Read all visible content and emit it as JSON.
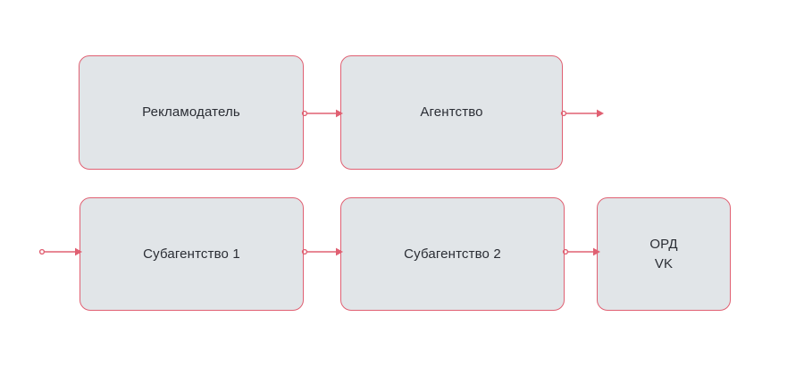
{
  "diagram": {
    "type": "flow",
    "title": "",
    "background_color": "#ffffff",
    "node_fill_color": "#e1e5e8",
    "node_border_color": "#e06072",
    "node_text_color": "#2a2d34",
    "connector_color": "#e06072",
    "nodes": [
      {
        "id": "advertiser",
        "label": "Рекламодатель",
        "row": 1,
        "col": 1
      },
      {
        "id": "agency",
        "label": "Агентство",
        "row": 1,
        "col": 2
      },
      {
        "id": "subagency_1",
        "label": "Субагентство 1",
        "row": 2,
        "col": 1
      },
      {
        "id": "subagency_2",
        "label": "Субагентство 2",
        "row": 2,
        "col": 2
      },
      {
        "id": "ord_vk",
        "label": "ОРД\nVK",
        "row": 2,
        "col": 3
      }
    ],
    "connectors": [
      {
        "id": "advertiser_to_agency",
        "from": "advertiser",
        "to": "agency",
        "start_marker": "dot",
        "end_marker": "arrow"
      },
      {
        "id": "agency_outgoing",
        "from": "agency",
        "to": "",
        "start_marker": "dot",
        "end_marker": "arrow"
      },
      {
        "id": "incoming_to_subagency_1",
        "from": "",
        "to": "subagency_1",
        "start_marker": "dot",
        "end_marker": "arrow"
      },
      {
        "id": "subagency_1_to_subagency_2",
        "from": "subagency_1",
        "to": "subagency_2",
        "start_marker": "dot",
        "end_marker": "arrow"
      },
      {
        "id": "subagency_2_to_ord_vk",
        "from": "subagency_2",
        "to": "ord_vk",
        "start_marker": "dot",
        "end_marker": "arrow"
      }
    ]
  }
}
